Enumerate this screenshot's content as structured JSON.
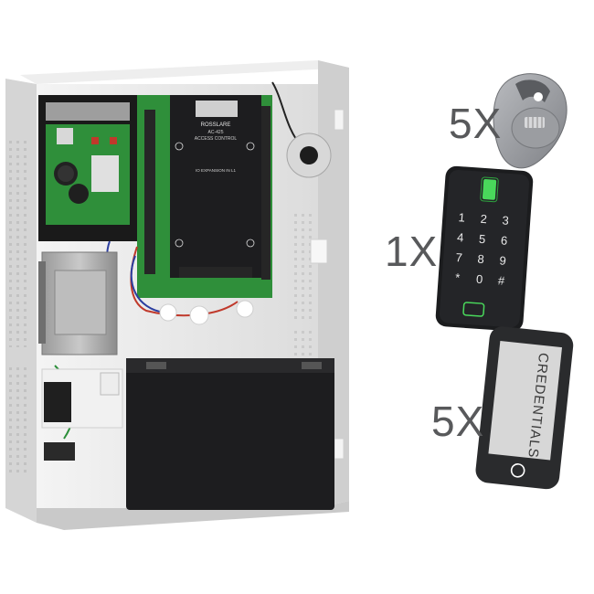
{
  "kit": {
    "items": [
      {
        "name": "key-fob",
        "quantity": "5X"
      },
      {
        "name": "keypad-reader",
        "quantity": "1X"
      },
      {
        "name": "mobile-credentials",
        "quantity": "5X",
        "screen_text": "CREDENTIALS"
      }
    ],
    "panel": {
      "brand": "ROSSLARE",
      "model": "AC-425",
      "subtitle": "ACCESS CONTROL",
      "label": "IO EXPANSION IN L1"
    },
    "keypad_keys": [
      "1",
      "2",
      "3",
      "4",
      "5",
      "6",
      "7",
      "8",
      "9",
      "*",
      "0",
      "#"
    ]
  },
  "colors": {
    "quantity_text": "#58595b",
    "enclosure": "#e9e9e9",
    "pcb": "#2f8f3a",
    "battery": "#1d1d1f",
    "reader_body": "#1b1c1e",
    "reader_led": "#49d85b",
    "credential_screen": "#d7d7d7"
  }
}
